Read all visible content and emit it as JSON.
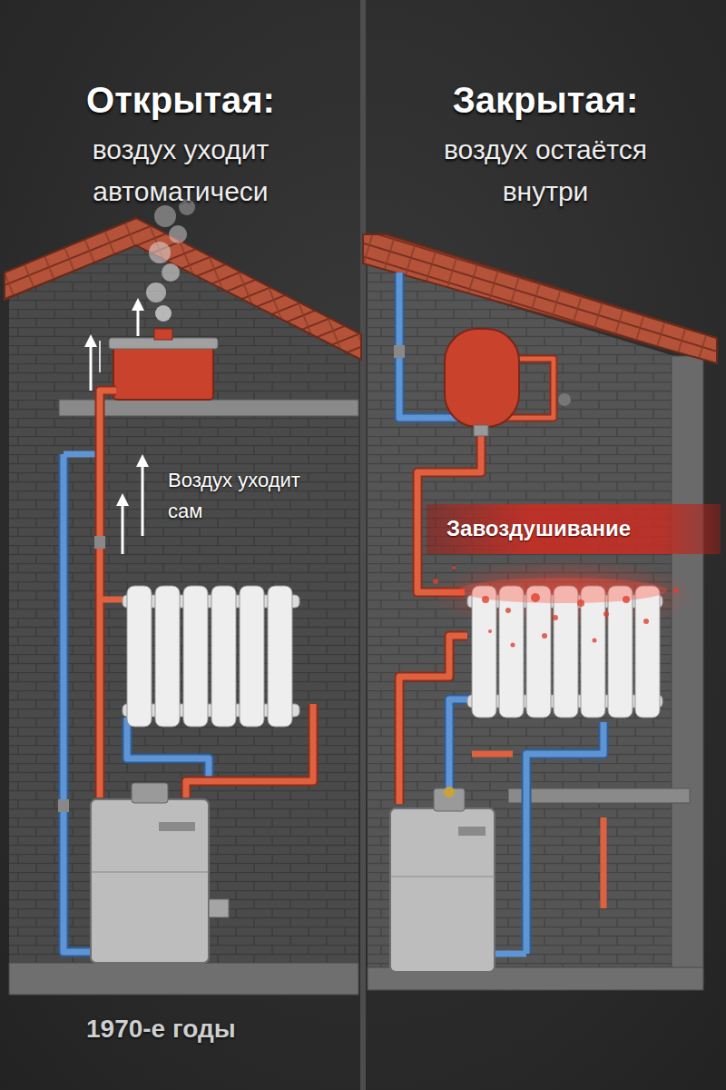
{
  "diagram": {
    "nodes": [
      {
        "text": [
          "Открытая:",
          "воздух уходит автоматичеси"
        ]
      },
      {
        "text": [
          "Закрытая:",
          "воздух остаётся внутри"
        ]
      },
      {
        "text": [
          "Завоздушивание"
        ],
        "in": 1
      }
    ],
    "labels": [
      "Воздух уходит сам",
      "1970-е годы"
    ]
  }
}
